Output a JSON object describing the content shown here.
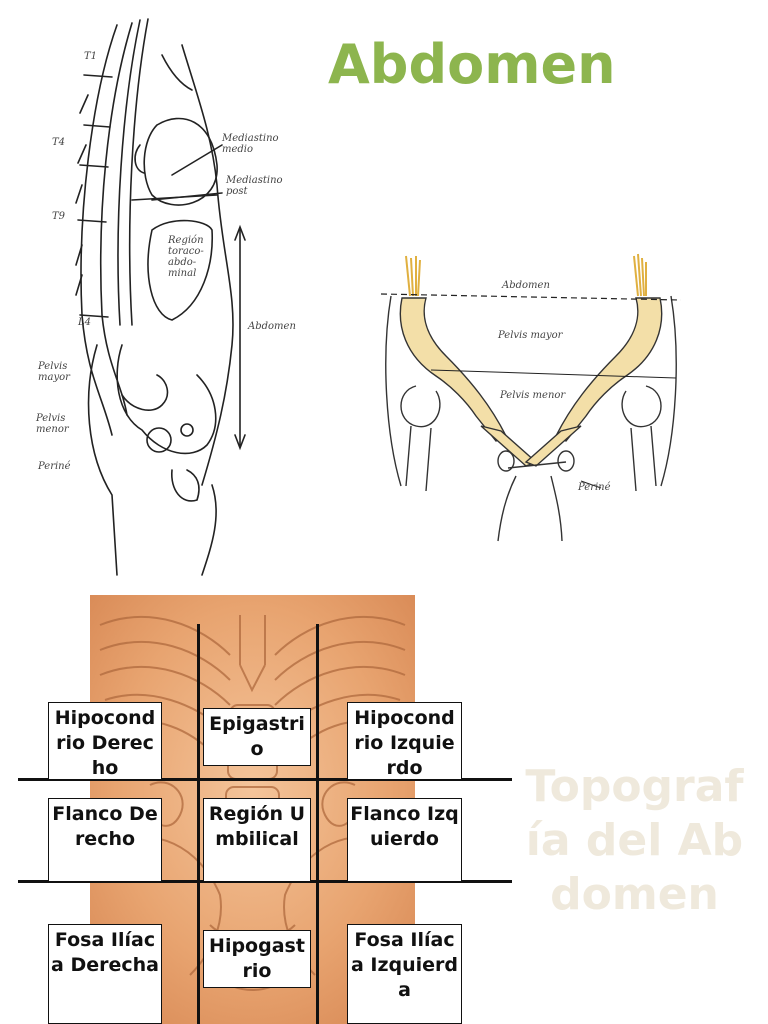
{
  "title": "Abdomen",
  "colors": {
    "title": "#8db54e",
    "skin": "#e9a878",
    "ghost_text": "#efe9dc",
    "bone": "#f3dfa8",
    "cartilage": "#f0d9a0"
  },
  "lateral_diagram": {
    "vertebra_labels": [
      "T1",
      "T4",
      "T9",
      "L4"
    ],
    "region_labels": [
      "Mediastino medio",
      "Mediastino post",
      "Región toraco-abdo-minal",
      "Abdomen",
      "Pelvis mayor",
      "Pelvis menor",
      "Periné"
    ]
  },
  "pelvis_diagram": {
    "labels": [
      "Abdomen",
      "Pelvis mayor",
      "Pelvis menor",
      "Periné"
    ]
  },
  "regions": {
    "hipocondrio_derecho": "Hipocondrio Derecho",
    "epigastrio": "Epigastrio",
    "hipocondrio_izquierdo": "Hipocondrio Izquierdo",
    "flanco_derecho": "Flanco Derecho",
    "region_umbilical": "Región Umbilical",
    "flanco_izquierdo": "Flanco Izquierdo",
    "fosa_iliaca_derecha": "Fosa Ilíaca Derecha",
    "hipogastrio": "Hipogastrio",
    "fosa_iliaca_izquierda": "Fosa Ilíaca Izquierda"
  },
  "ghost_title": "Topografía del Abdomen"
}
